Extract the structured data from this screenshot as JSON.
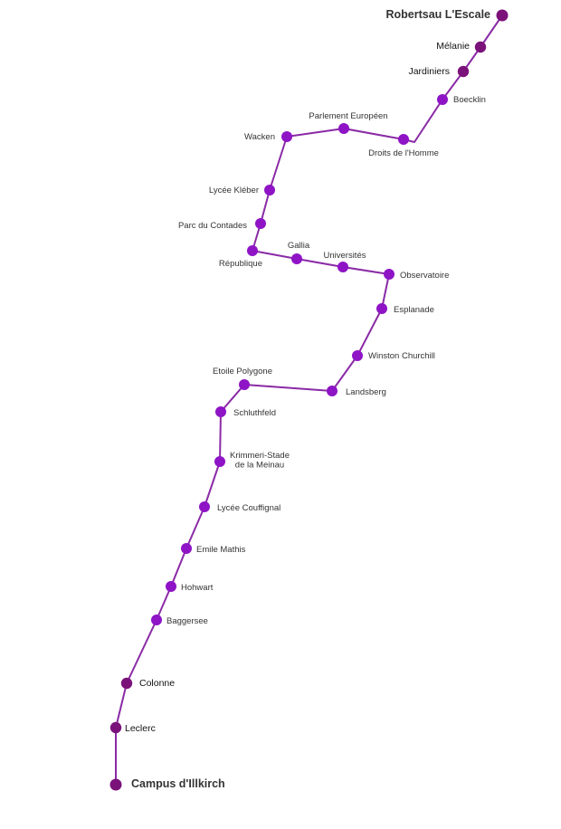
{
  "line_color": "#8a2aa6",
  "terminus_label_color": "#9b1fc4",
  "stop_colors": {
    "terminus": "#7a127a",
    "major": "#7a127a",
    "minor": "#8e14c6"
  },
  "stops": [
    {
      "id": "robertsau-lescale",
      "name": "Robertsau L'Escale",
      "type": "terminus"
    },
    {
      "id": "melanie",
      "name": "Mélanie",
      "type": "major"
    },
    {
      "id": "jardiniers",
      "name": "Jardiniers",
      "type": "major"
    },
    {
      "id": "boecklin",
      "name": "Boecklin",
      "type": "minor"
    },
    {
      "id": "droits-de-lhomme",
      "name": "Droits de l'Homme",
      "type": "minor"
    },
    {
      "id": "parlement-europeen",
      "name": "Parlement Européen",
      "type": "minor"
    },
    {
      "id": "wacken",
      "name": "Wacken",
      "type": "minor"
    },
    {
      "id": "lycee-kleber",
      "name": "Lycée Kléber",
      "type": "minor"
    },
    {
      "id": "parc-du-contades",
      "name": "Parc du Contades",
      "type": "minor"
    },
    {
      "id": "republique",
      "name": "République",
      "type": "minor"
    },
    {
      "id": "gallia",
      "name": "Gallia",
      "type": "minor"
    },
    {
      "id": "universites",
      "name": "Universités",
      "type": "minor"
    },
    {
      "id": "observatoire",
      "name": "Observatoire",
      "type": "minor"
    },
    {
      "id": "esplanade",
      "name": "Esplanade",
      "type": "minor"
    },
    {
      "id": "winston-churchill",
      "name": "Winston Churchill",
      "type": "minor"
    },
    {
      "id": "landsberg",
      "name": "Landsberg",
      "type": "minor"
    },
    {
      "id": "etoile-polygone",
      "name": "Etoile Polygone",
      "type": "minor"
    },
    {
      "id": "schluthfeld",
      "name": "Schluthfeld",
      "type": "minor"
    },
    {
      "id": "krimmeri-stade-de-la-meinau",
      "name": "Krimmeri-Stade de la Meinau",
      "lines": [
        "Krimmeri-Stade",
        "de la Meinau"
      ],
      "type": "minor"
    },
    {
      "id": "lycee-couffignal",
      "name": "Lycée Couffignal",
      "type": "minor"
    },
    {
      "id": "emile-mathis",
      "name": "Emile Mathis",
      "type": "minor"
    },
    {
      "id": "hohwart",
      "name": "Hohwart",
      "type": "minor"
    },
    {
      "id": "baggersee",
      "name": "Baggersee",
      "type": "minor"
    },
    {
      "id": "colonne",
      "name": "Colonne",
      "type": "major"
    },
    {
      "id": "leclerc",
      "name": "Leclerc",
      "type": "major"
    },
    {
      "id": "campus-dillkirch",
      "name": "Campus d'Illkirch",
      "type": "terminus"
    }
  ]
}
